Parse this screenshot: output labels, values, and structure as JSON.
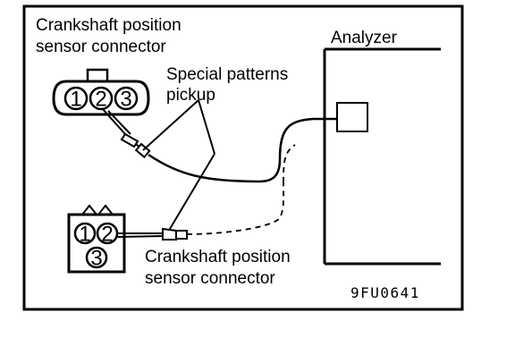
{
  "labels": {
    "top_connector_line1": "Crankshaft position",
    "top_connector_line2": "sensor connector",
    "pickup_line1": "Special patterns",
    "pickup_line2": "pickup",
    "analyzer": "Analyzer",
    "bottom_connector_line1": "Crankshaft position",
    "bottom_connector_line2": "sensor connector",
    "figure_code": "9FU0641"
  },
  "top_connector_pins": [
    "1",
    "2",
    "3"
  ],
  "bottom_connector_pins": [
    "1",
    "2",
    "3"
  ]
}
